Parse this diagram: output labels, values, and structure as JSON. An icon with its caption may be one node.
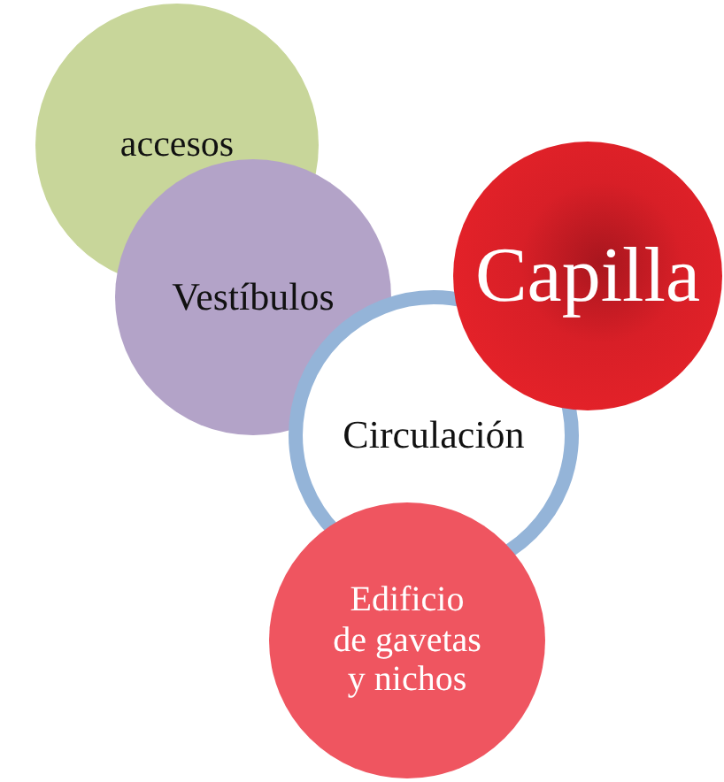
{
  "diagram": {
    "nodes": [
      {
        "text": [
          "accesos"
        ]
      },
      {
        "text": [
          "Vestíbulos"
        ]
      },
      {
        "text": [
          "Circulación"
        ]
      },
      {
        "text": [
          "Capilla"
        ]
      },
      {
        "text": [
          "Edificio de gavetas y nichos"
        ]
      }
    ]
  }
}
